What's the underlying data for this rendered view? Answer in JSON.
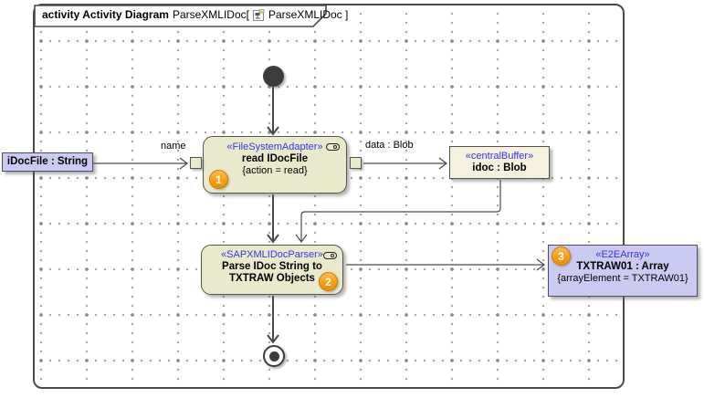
{
  "frame": {
    "title_keyword": "activity Activity Diagram",
    "title_prefix": "ParseXMLIDoc[",
    "title_suffix": "ParseXMLIDoc ]"
  },
  "nodes": {
    "idocfile": {
      "label": "iDocFile : String"
    },
    "read_action": {
      "stereotype": "«FileSystemAdapter»",
      "name": "read IDocFile",
      "constraint": "{action = read}",
      "badge": "1"
    },
    "central_buffer": {
      "stereotype": "«centralBuffer»",
      "name": "idoc : Blob"
    },
    "parser_action": {
      "stereotype": "«SAPXMLIDocParser»",
      "name_line1": "Parse IDoc String to",
      "name_line2": "TXTRAW Objects",
      "badge": "2"
    },
    "e2e_array": {
      "stereotype": "«E2EArray»",
      "name": "TXTRAW01 : Array",
      "constraint": "{arrayElement = TXTRAW01}",
      "badge": "3"
    }
  },
  "edge_labels": {
    "name_pin": "name",
    "data_blob": "data : Blob"
  },
  "colors": {
    "action_fill": "#E9E9CC",
    "buffer_fill": "#F4F1DE",
    "object_fill": "#CBCBF1",
    "stereotype_text": "#3434EE",
    "badge_orange": "#F59B10",
    "edge": "#4A4A4A"
  }
}
